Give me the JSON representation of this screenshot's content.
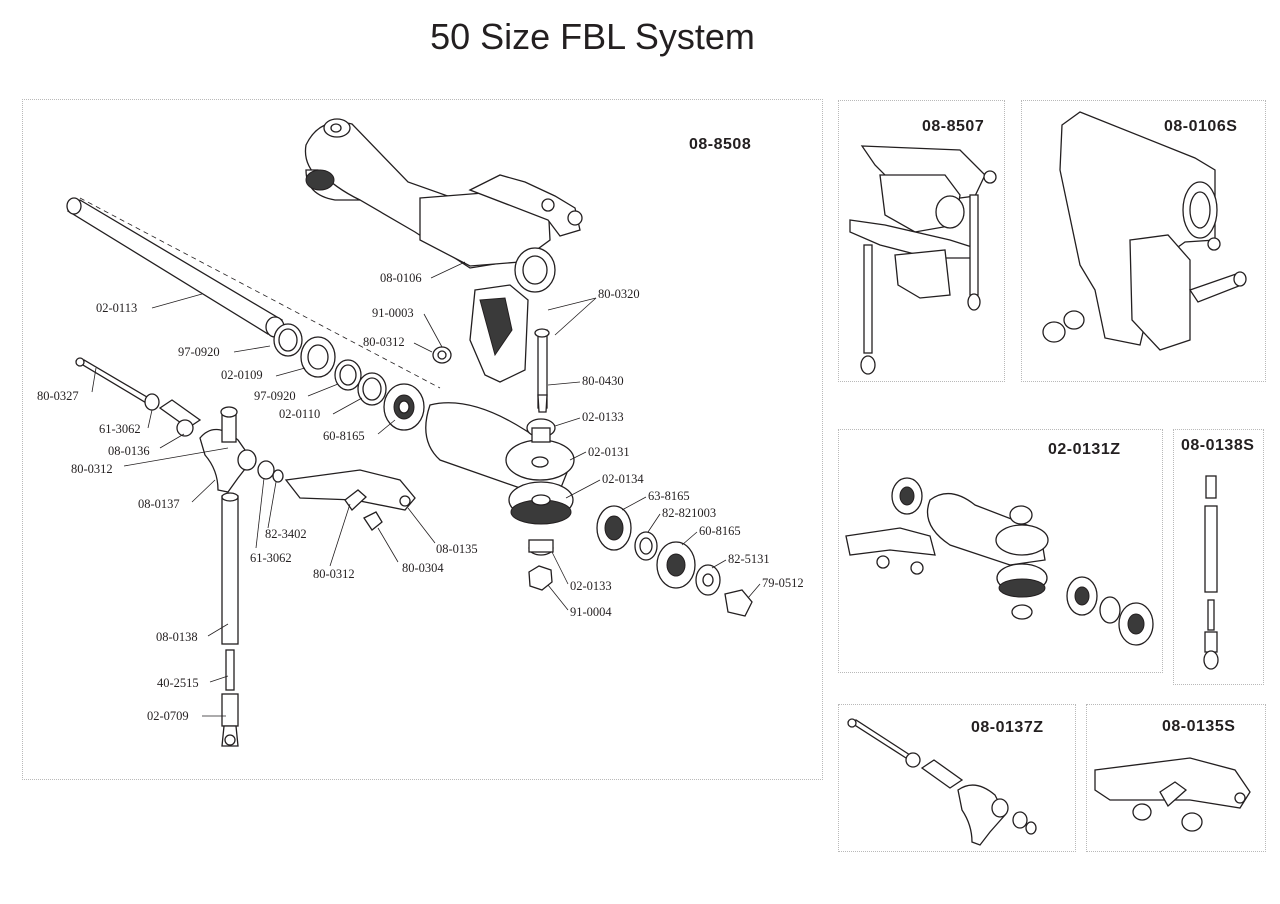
{
  "title": "50 Size FBL System",
  "main_panel": {
    "kit_code": "08-8508",
    "callouts": [
      "08-0106",
      "91-0003",
      "80-0312",
      "80-0320",
      "02-0113",
      "97-0920",
      "02-0109",
      "97-0920",
      "02-0110",
      "60-8165",
      "80-0430",
      "02-0133",
      "02-0131",
      "02-0134",
      "63-8165",
      "82-821003",
      "60-8165",
      "82-5131",
      "79-0512",
      "02-0133",
      "91-0004",
      "80-0327",
      "61-3062",
      "08-0136",
      "80-0312",
      "08-0137",
      "82-3402",
      "61-3062",
      "80-0312",
      "80-0304",
      "08-0135",
      "08-0138",
      "40-2515",
      "02-0709"
    ]
  },
  "side_panels": [
    {
      "kit_code": "08-8507"
    },
    {
      "kit_code": "08-0106S"
    },
    {
      "kit_code": "02-0131Z"
    },
    {
      "kit_code": "08-0138S"
    },
    {
      "kit_code": "08-0137Z"
    },
    {
      "kit_code": "08-0135S"
    }
  ]
}
